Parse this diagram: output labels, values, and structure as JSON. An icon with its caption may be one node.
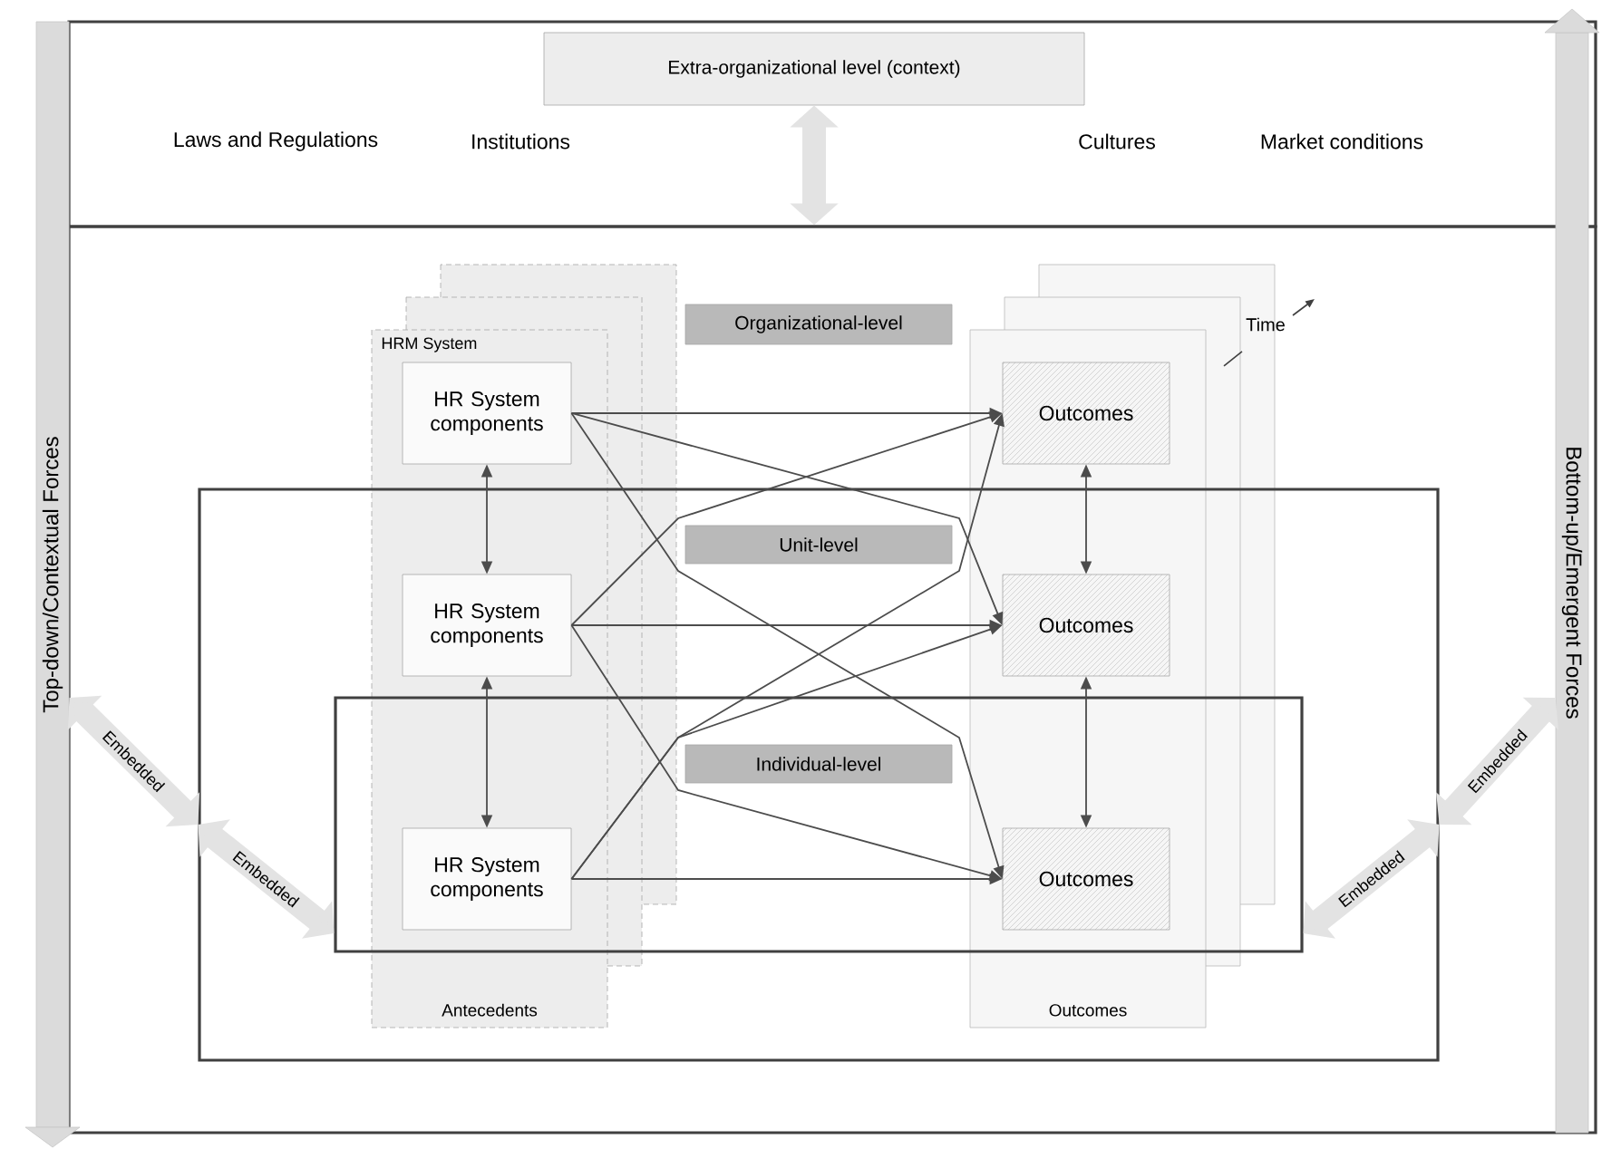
{
  "diagram": {
    "nodes": [
      {
        "text": [
          "Extra-organizational level (context)"
        ]
      },
      {
        "text": [
          "Top-down/Contextual Forces"
        ]
      },
      {
        "text": [
          "Bottom-up/Emergent Forces"
        ]
      },
      {
        "text": [],
        "shape": "box"
      },
      {
        "text": [],
        "shape": "box",
        "in": 3
      },
      {
        "text": [],
        "shape": "box",
        "in": 4
      },
      {
        "text": [
          "HRM System",
          "Antecedents"
        ],
        "in": 3
      },
      {
        "text": [
          "HR System components"
        ],
        "in": 6
      },
      {
        "text": [
          "HR System components"
        ]
      },
      {
        "text": [
          "HR System components"
        ]
      },
      {
        "text": [
          "Outcomes"
        ],
        "in": 3
      },
      {
        "text": [
          "Outcomes"
        ],
        "in": 10
      },
      {
        "text": [
          "Outcomes"
        ]
      },
      {
        "text": [
          "Outcomes"
        ]
      },
      {
        "text": [
          "Organizational-level"
        ],
        "in": 3
      },
      {
        "text": [
          "Unit-level"
        ],
        "in": 4
      },
      {
        "text": [
          "Individual-level"
        ],
        "in": 5
      }
    ],
    "edges": [
      {
        "from": 0,
        "to": 3,
        "arrow": "both",
        "style": "thick",
        "color": "#e3e3e3"
      },
      {
        "from": 1,
        "to": 4,
        "arrow": "both",
        "style": "thick",
        "color": "#e3e3e3",
        "label": "Embedded"
      },
      {
        "from": 4,
        "to": 5,
        "arrow": "both",
        "style": "thick",
        "color": "#e3e3e3",
        "label": "Embedded"
      },
      {
        "from": 5,
        "to": 4,
        "arrow": "both",
        "style": "thick",
        "color": "#e3e3e3",
        "label": "Embedded"
      },
      {
        "from": 4,
        "to": 2,
        "arrow": "both",
        "style": "thick",
        "color": "#e3e3e3",
        "label": "Embedded"
      },
      {
        "from": 7,
        "to": 8,
        "arrow": "both"
      },
      {
        "from": 8,
        "to": 9,
        "arrow": "both"
      },
      {
        "from": 11,
        "to": 12,
        "arrow": "both"
      },
      {
        "from": 12,
        "to": 13,
        "arrow": "both"
      },
      {
        "from": 7,
        "to": 11,
        "arrow": "to"
      },
      {
        "from": 7,
        "to": 12,
        "arrow": "to"
      },
      {
        "from": 7,
        "to": 13,
        "arrow": "to"
      },
      {
        "from": 8,
        "to": 11,
        "arrow": "to"
      },
      {
        "from": 8,
        "to": 12,
        "arrow": "to"
      },
      {
        "from": 8,
        "to": 13,
        "arrow": "to"
      },
      {
        "from": 9,
        "to": 11,
        "arrow": "to"
      },
      {
        "from": 9,
        "to": 12,
        "arrow": "to"
      },
      {
        "from": 9,
        "to": 13,
        "arrow": "to"
      }
    ],
    "labels": [
      "Laws and Regulations",
      "Institutions",
      "Cultures",
      "Market conditions",
      "Time"
    ]
  }
}
